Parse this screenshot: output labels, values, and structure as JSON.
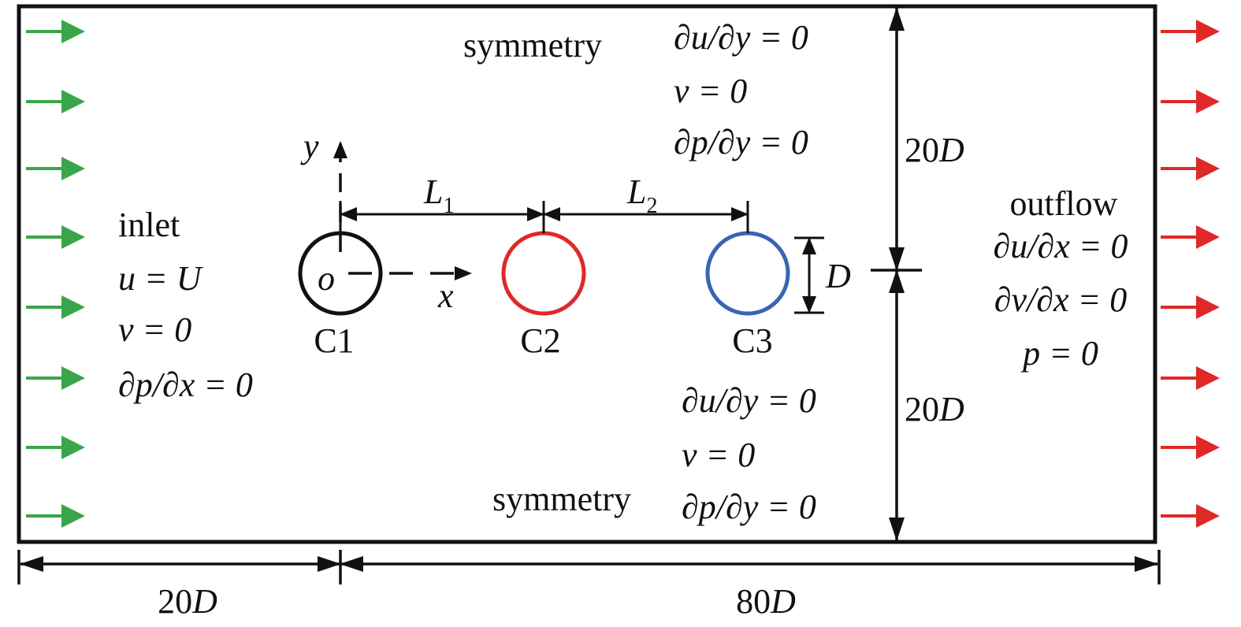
{
  "colors": {
    "inlet_arrows": "#3aa64a",
    "outlet_arrows": "#e02828",
    "cylinder_c1": "#111111",
    "cylinder_c2": "#e02828",
    "cylinder_c3": "#3a64b4",
    "lines": "#111111"
  },
  "inlet": {
    "title": "inlet",
    "eq1": "u = U",
    "eq2": "v = 0",
    "eq3": "∂p/∂x = 0"
  },
  "outflow": {
    "title": "outflow",
    "eq1": "∂u/∂x = 0",
    "eq2": "∂v/∂x = 0",
    "eq3": "p = 0"
  },
  "top_boundary": {
    "title": "symmetry",
    "eq1": "∂u/∂y = 0",
    "eq2": "v = 0",
    "eq3": "∂p/∂y = 0"
  },
  "bottom_boundary": {
    "title": "symmetry",
    "eq1": "∂u/∂y = 0",
    "eq2": "v = 0",
    "eq3": "∂p/∂y = 0"
  },
  "cylinders": {
    "c1": "C1",
    "c2": "C2",
    "c3": "C3"
  },
  "axes": {
    "origin": "o",
    "x": "x",
    "y": "y"
  },
  "dimensions": {
    "spacing1_main": "L",
    "spacing1_sub": "1",
    "spacing2_main": "L",
    "spacing2_sub": "2",
    "diameter": "D",
    "top_height_num": "20",
    "top_height_unit": "D",
    "bottom_height_num": "20",
    "bottom_height_unit": "D",
    "upstream_num": "20",
    "upstream_unit": "D",
    "downstream_num": "80",
    "downstream_unit": "D"
  }
}
